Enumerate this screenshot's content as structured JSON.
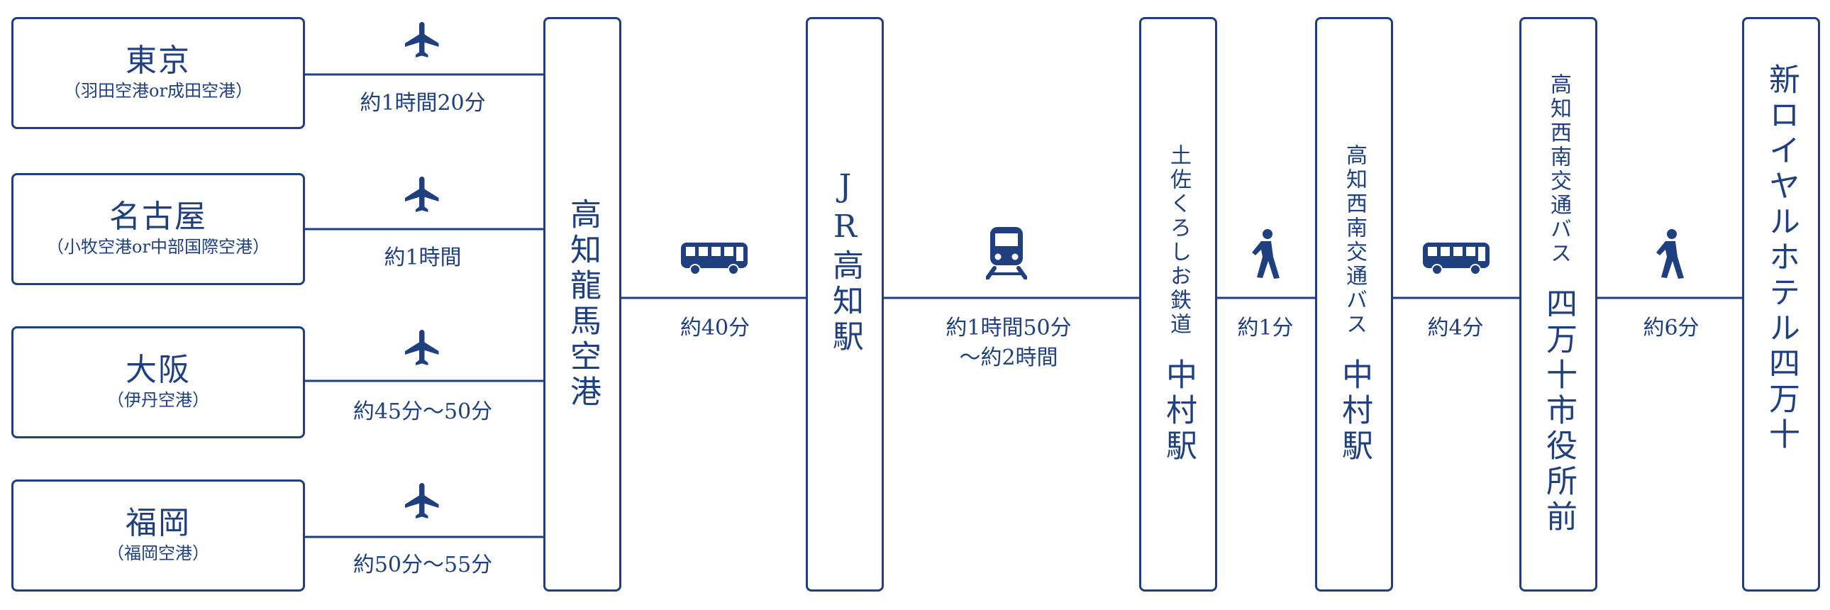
{
  "origins": [
    {
      "name": "東京",
      "airport": "（羽田空港or成田空港）",
      "duration": "約1時間20分"
    },
    {
      "name": "名古屋",
      "airport": "（小牧空港or中部国際空港）",
      "duration": "約1時間"
    },
    {
      "name": "大阪",
      "airport": "（伊丹空港）",
      "duration": "約45分～50分"
    },
    {
      "name": "福岡",
      "airport": "（福岡空港）",
      "duration": "約50分～55分"
    }
  ],
  "stops": {
    "airport": "高知龍馬空港",
    "jr_station": "JR高知駅",
    "tosa_line": "土佐くろしお鉄道",
    "tosa_station": "中村駅",
    "bus_company_a": "高知西南交通バス",
    "bus_station": "中村駅",
    "bus_company_b": "高知西南交通バス",
    "city_hall": "四万十市役所前",
    "hotel": "新ロイヤルホテル四万十"
  },
  "legs": {
    "bus1": "約40分",
    "train_line1": "約1時間50分",
    "train_line2": "～約2時間",
    "walk1": "約1分",
    "bus2": "約4分",
    "walk2": "約6分"
  },
  "icons": {
    "plane": "airplane-icon",
    "bus": "bus-icon",
    "train": "train-icon",
    "walk": "walking-person-icon"
  },
  "colors": {
    "primary": "#1f3f7f",
    "background": "#ffffff"
  }
}
